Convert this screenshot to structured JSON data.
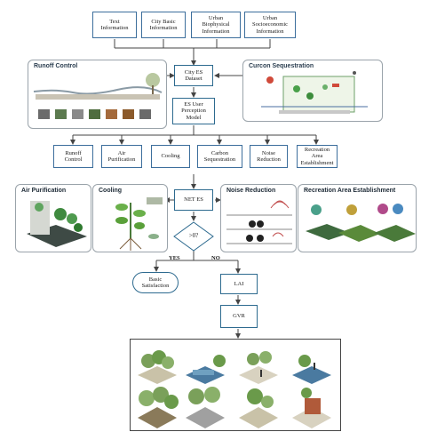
{
  "inputs": [
    "Text\nInformation",
    "City Basic\nInformation",
    "Urban\nBiophysical\nInformation",
    "Urban\nSocioeconomic\nInformation"
  ],
  "center": {
    "dataset": "City ES\nDataset",
    "model": "ES User\nPerception\nModel"
  },
  "panels": {
    "runoff": "Runoff Control",
    "carbon": "Curcon Sequestration",
    "air": "Air Purification",
    "cooling": "Cooling",
    "noise": "Noise Reduction",
    "recreation": "Recreation Area Establishment"
  },
  "services": [
    "Runoff\nControl",
    "Air\nPurification",
    "Cooling",
    "Carbon\nSequestration",
    "Noise\nReduction",
    "Recreation\nArea Establishment"
  ],
  "net_es": "NET ES",
  "decision": ">0?",
  "yes_label": "YES",
  "no_label": "NO",
  "basic": "Basic\nSatisfaction",
  "lai": "LAI",
  "gvr": "GVR",
  "colors": {
    "border": "#3c6e9c",
    "arrow": "#444444",
    "panel_border": "#9aa3aa"
  }
}
